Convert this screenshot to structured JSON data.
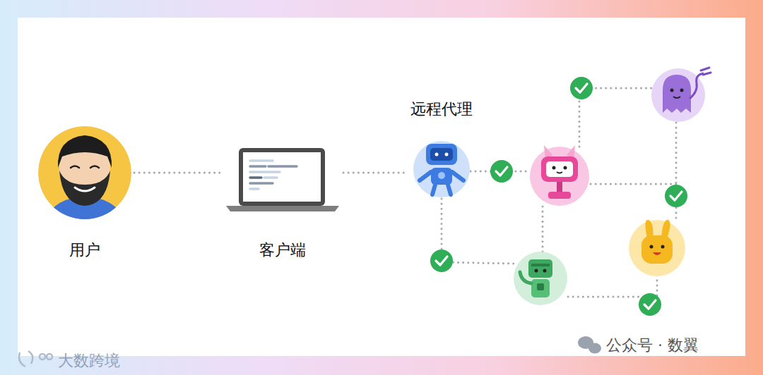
{
  "diagram": {
    "nodes": [
      {
        "text": [
          "用户"
        ]
      },
      {
        "text": [
          "客户端"
        ]
      },
      {
        "text": [
          "远程代理"
        ]
      }
    ],
    "edges": [
      {
        "from": 0,
        "to": 1,
        "arrow": "none"
      },
      {
        "from": 1,
        "to": 2,
        "arrow": "none"
      }
    ],
    "labels": [
      "公众号 · 数翼",
      "大数跨境"
    ]
  }
}
